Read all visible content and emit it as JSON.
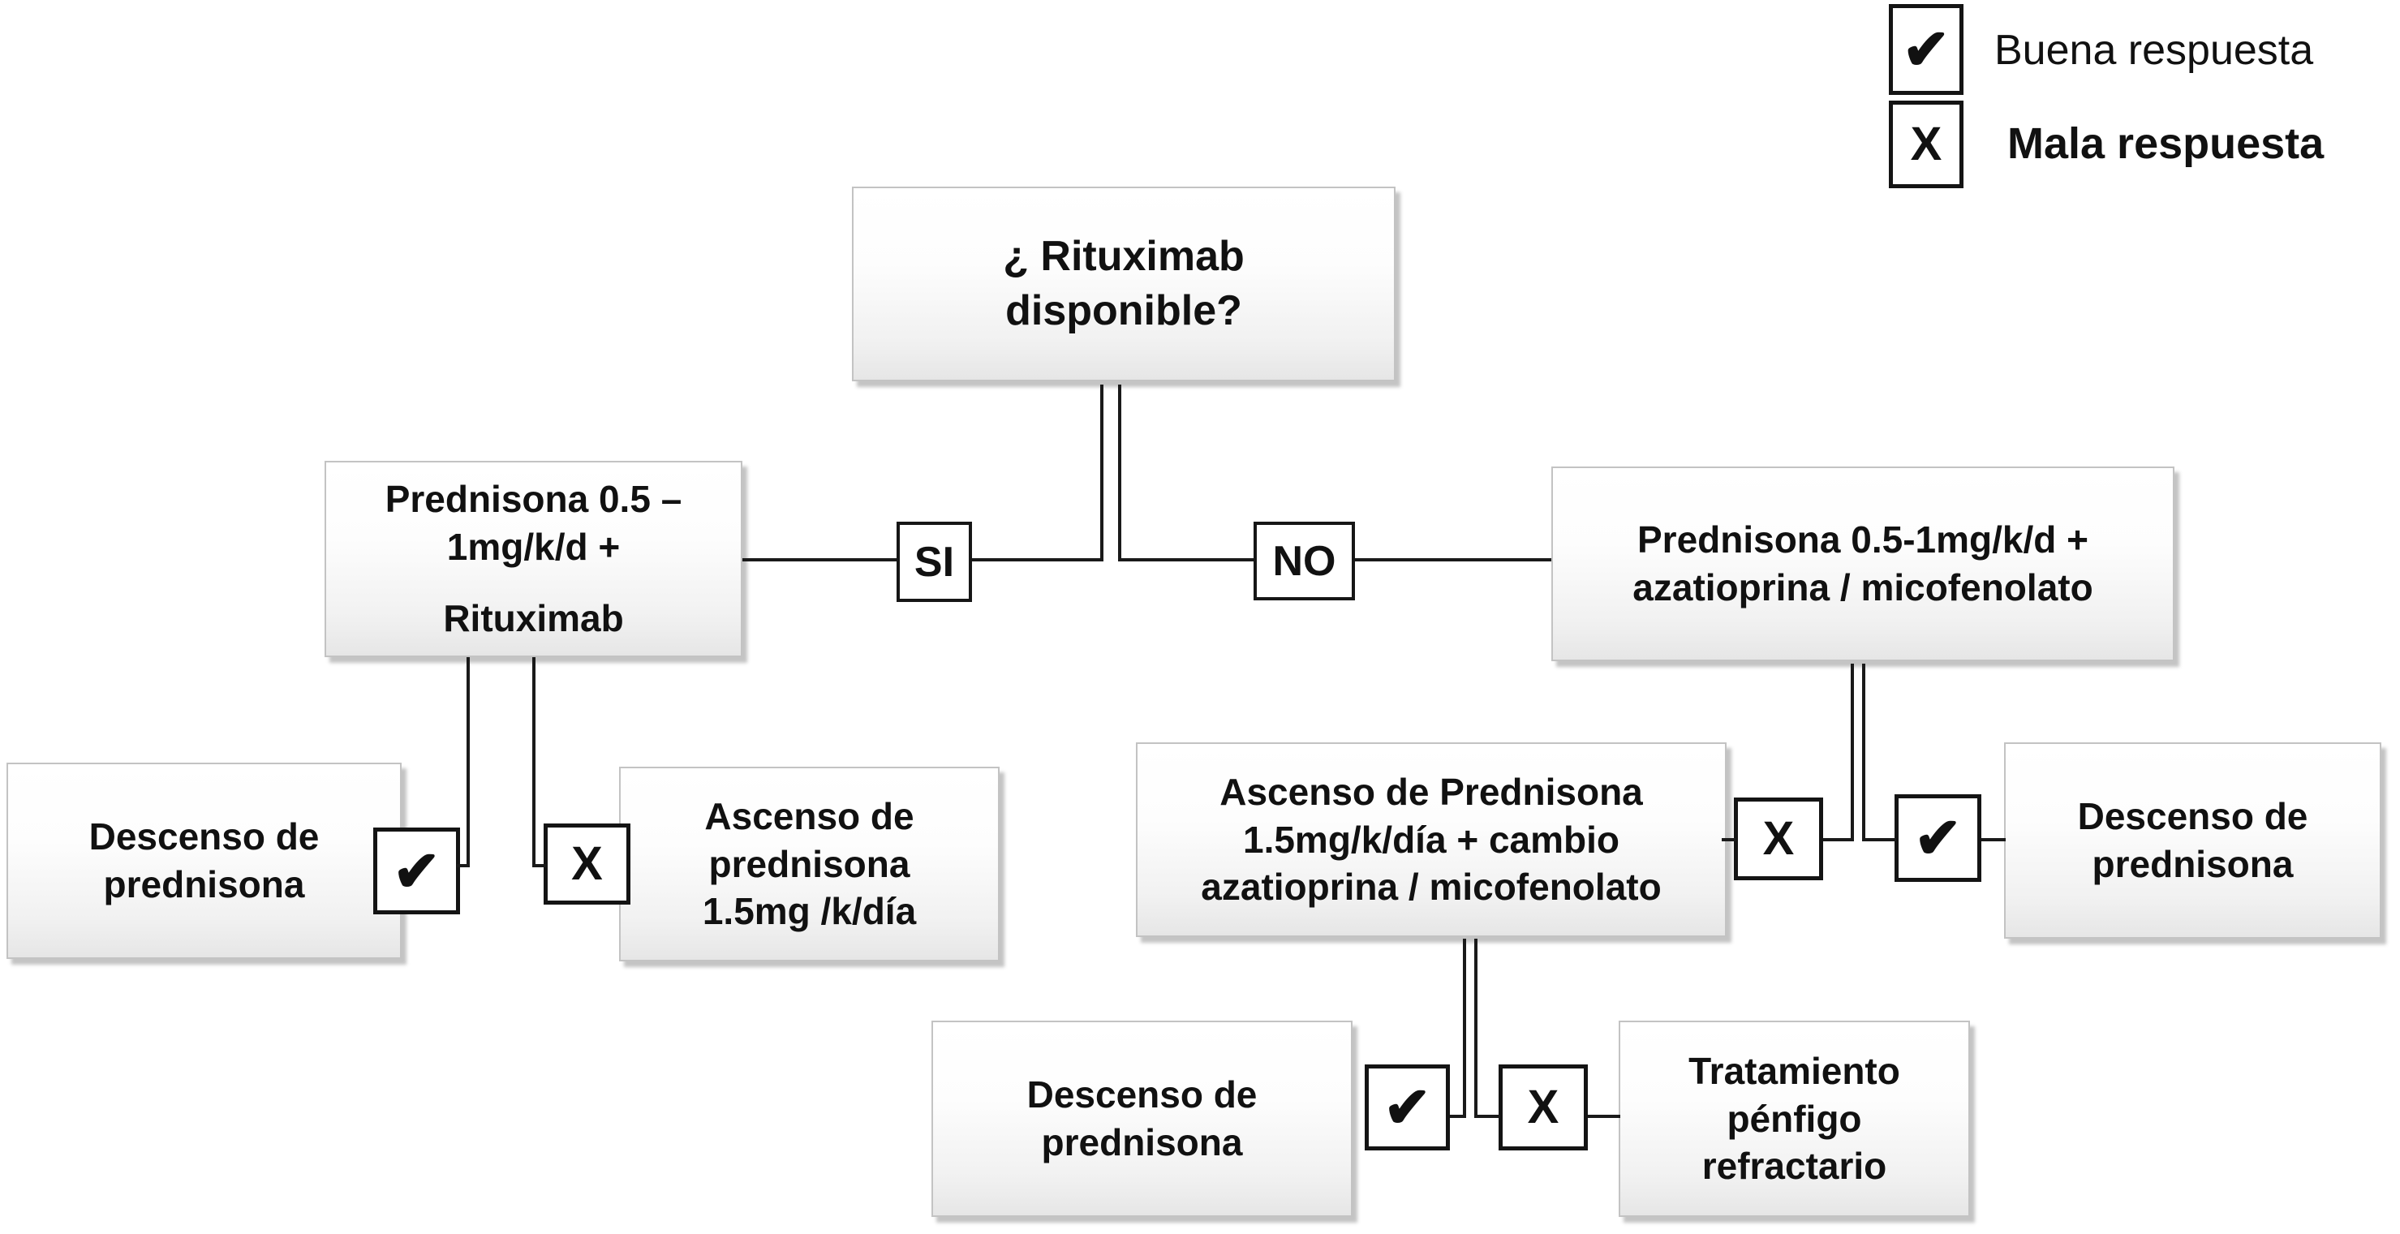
{
  "legend": {
    "good_symbol": "✔",
    "good_label": "Buena respuesta",
    "bad_symbol": "X",
    "bad_label": "Mala respuesta"
  },
  "flow": {
    "root": {
      "l1": "¿ Rituximab",
      "l2": "disponible?"
    },
    "branch_yes": "SI",
    "branch_no": "NO",
    "yes_treatment": {
      "l1": "Prednisona 0.5 –",
      "l2": "1mg/k/d +",
      "l3": "Rituximab"
    },
    "no_treatment": {
      "l1": "Prednisona 0.5-1mg/k/d +",
      "l2": "azatioprina / micofenolato"
    },
    "yes_good_outcome": {
      "l1": "Descenso de",
      "l2": "prednisona"
    },
    "yes_bad_outcome": {
      "l1": "Ascenso de prednisona",
      "l2": "1.5mg /k/día"
    },
    "no_bad_outcome": {
      "l1": "Ascenso de Prednisona",
      "l2": "1.5mg/k/día + cambio",
      "l3": "azatioprina / micofenolato"
    },
    "no_good_outcome": {
      "l1": "Descenso de",
      "l2": "prednisona"
    },
    "escalation_good_outcome": {
      "l1": "Descenso de",
      "l2": "prednisona"
    },
    "escalation_bad_outcome": {
      "l1": "Tratamiento pénfigo",
      "l2": "refractario"
    },
    "check_symbol": "✔",
    "cross_symbol": "X"
  },
  "colors": {
    "line": "#1a1a1a",
    "node_border": "#c3c3c3",
    "mark_border": "#141414",
    "background": "#ffffff"
  }
}
